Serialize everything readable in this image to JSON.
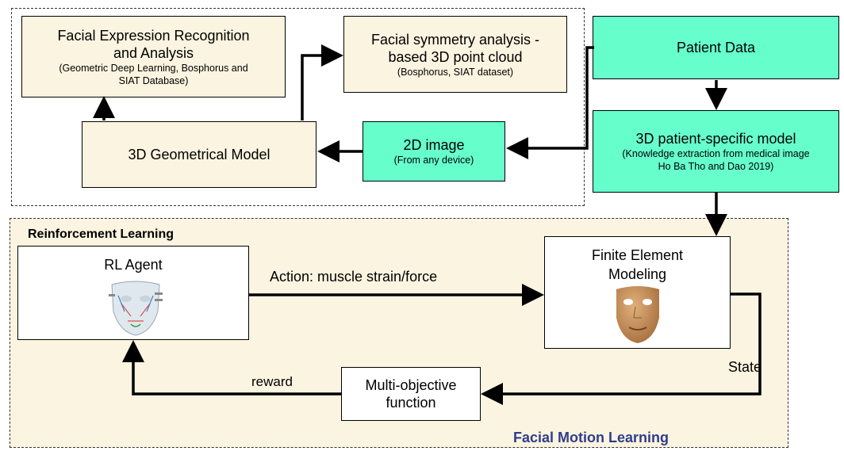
{
  "top": {
    "fer": {
      "title1": "Facial Expression Recognition",
      "title2": "and Analysis",
      "sub1": "(Geometric Deep Learning, Bosphorus and",
      "sub2": "SIAT Database)"
    },
    "symmetry": {
      "title1": "Facial symmetry analysis -",
      "title2": "based 3D point cloud",
      "sub": "(Bosphorus, SIAT dataset)"
    },
    "patient_data": "Patient Data",
    "geo_model": "3D Geometrical Model",
    "image2d": {
      "title": "2D image",
      "sub": "(From any device)"
    },
    "patient_model": {
      "title": "3D patient-specific model",
      "sub1": "(Knowledge extraction from medical image",
      "sub2": "Ho Ba Tho and Dao 2019)"
    }
  },
  "rl": {
    "section_title": "Reinforcement Learning",
    "agent": "RL Agent",
    "action": "Action: muscle strain/force",
    "fem1": "Finite Element",
    "fem2": "Modeling",
    "state": "State",
    "reward": "reward",
    "objective1": "Multi-objective",
    "objective2": "function",
    "footer": "Facial Motion Learning"
  },
  "colors": {
    "beige": "#fbf4e0",
    "teal": "#66ffcc",
    "footer_text": "#2f3d8c"
  }
}
